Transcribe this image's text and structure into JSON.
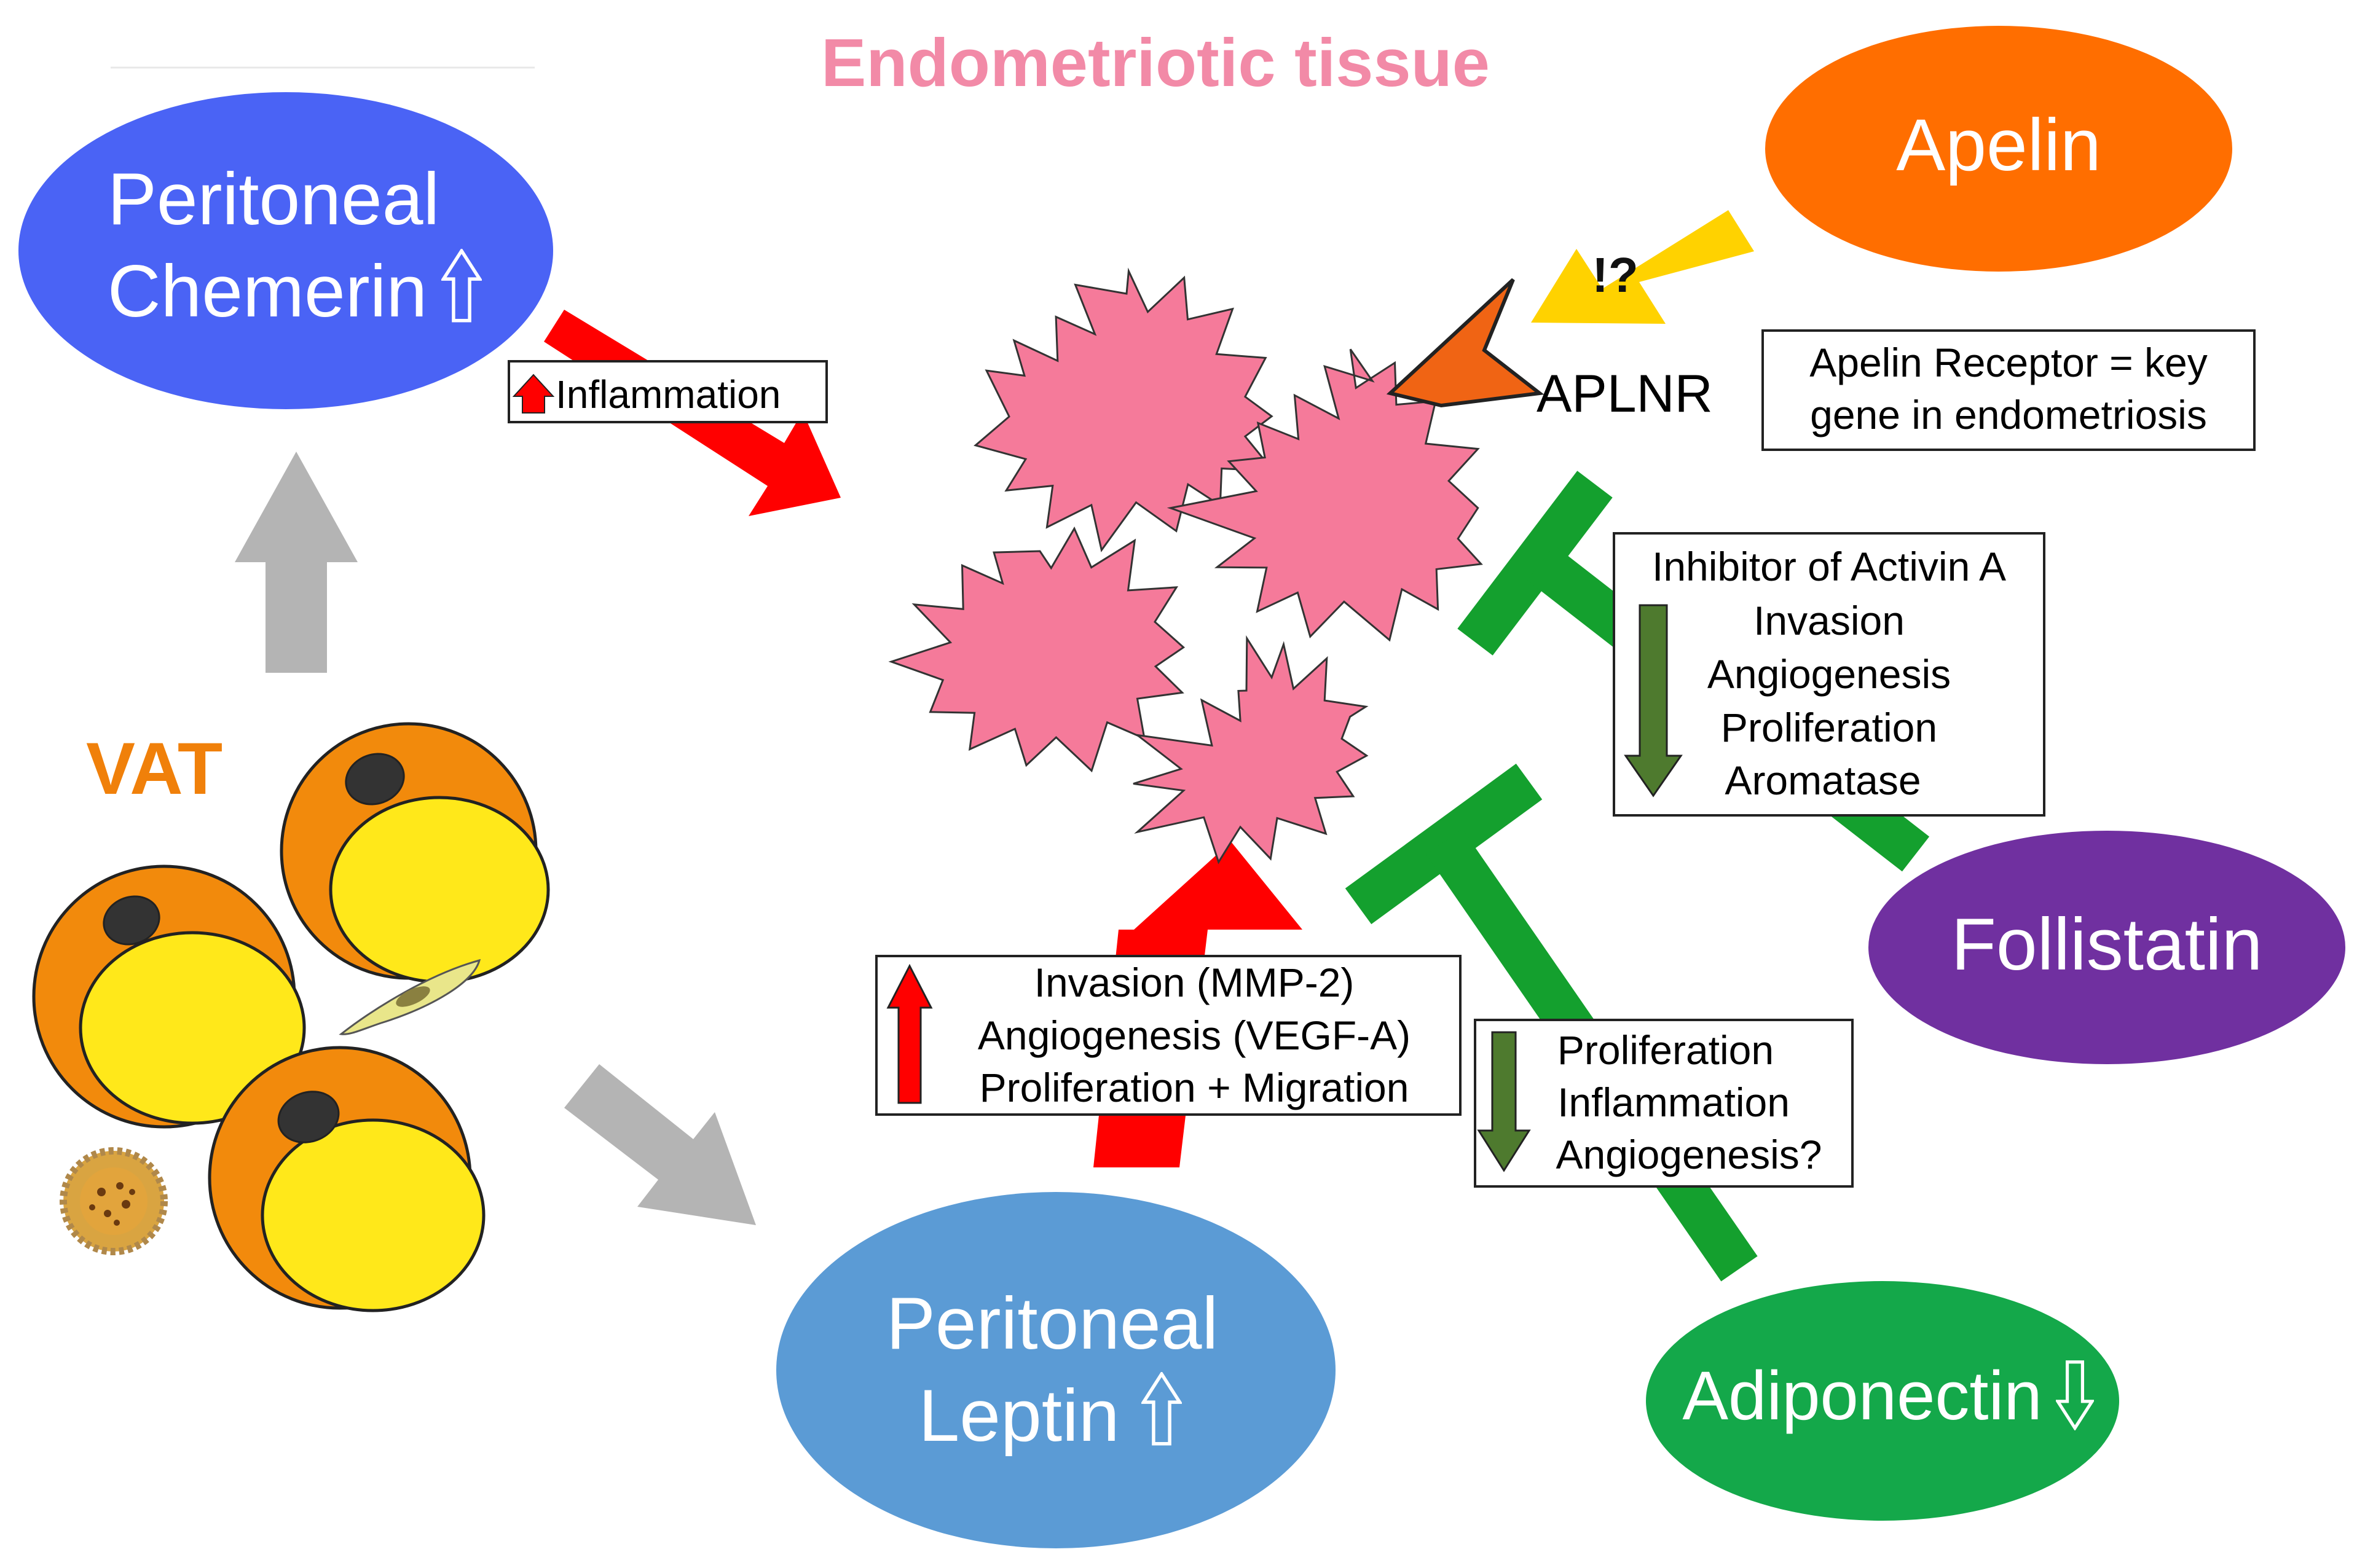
{
  "title": "Endometriotic tissue",
  "colors": {
    "title": "#F28AA7",
    "chemerin": "#4A63F5",
    "leptin": "#5B9BD5",
    "apelin": "#FF6E00",
    "follistatin": "#7030A0",
    "adiponectin": "#14A84A",
    "tissue": "#F57A9A",
    "red_arrow": "#FF0000",
    "grey_arrow": "#B4B4B4",
    "green_bar": "#14A02E",
    "down_arrow": "#4E7A2E",
    "question_arrow": "#FFD200",
    "receptor": "#F06414",
    "vat_label": "#F0800A"
  },
  "nodes": {
    "chemerin": {
      "line1": "Peritoneal",
      "line2": "Chemerin"
    },
    "leptin": {
      "line1": "Peritoneal",
      "line2": "Leptin"
    },
    "apelin": {
      "label": "Apelin"
    },
    "follistatin": {
      "label": "Follistatin"
    },
    "adiponectin": {
      "label": "Adiponectin"
    },
    "vat": {
      "label": "VAT"
    },
    "aplnr": {
      "label": "APLNR"
    },
    "question": {
      "label": "!?"
    }
  },
  "boxes": {
    "inflammation": {
      "label": "Inflammation"
    },
    "apelin_receptor": {
      "line1": "Apelin Receptor = key",
      "line2": "gene in endometriosis"
    },
    "follistatin_effects": {
      "lines": [
        "Inhibitor of Activin A",
        "Invasion",
        "Angiogenesis",
        "Proliferation",
        "Aromatase"
      ]
    },
    "leptin_effects": {
      "lines": [
        "Invasion (MMP-2)",
        "Angiogenesis (VEGF-A)",
        "Proliferation + Migration"
      ]
    },
    "adiponectin_effects": {
      "lines": [
        "Proliferation",
        "Inflammation",
        "Angiogenesis?"
      ]
    }
  }
}
